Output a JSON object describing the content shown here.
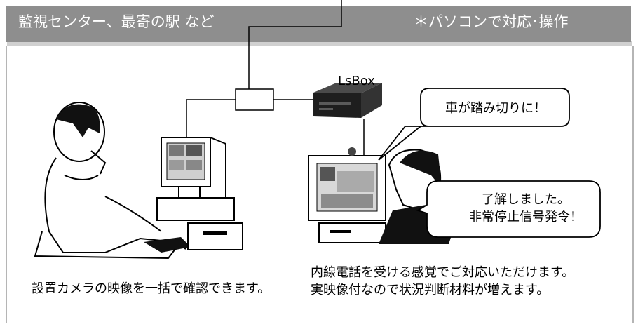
{
  "header": {
    "left_text": "監視センター、最寄の駅 など",
    "right_text": "＊パソコンで対応･操作"
  },
  "device": {
    "label": "LsBox"
  },
  "bubbles": {
    "alert": "車が踏み切りに！",
    "reply_line1": "了解しました。",
    "reply_line2": "非常停止信号発令！"
  },
  "captions": {
    "left": "設置カメラの映像を一括で確認できます。",
    "right_line1": "内線電話を受ける感覚でご対応いただけます。",
    "right_line2": "実映像付なので状況判断材料が増えます。"
  },
  "colors": {
    "header_bg": "#8e8e8e",
    "header_text": "#ffffff",
    "border": "#b5b5b5"
  }
}
